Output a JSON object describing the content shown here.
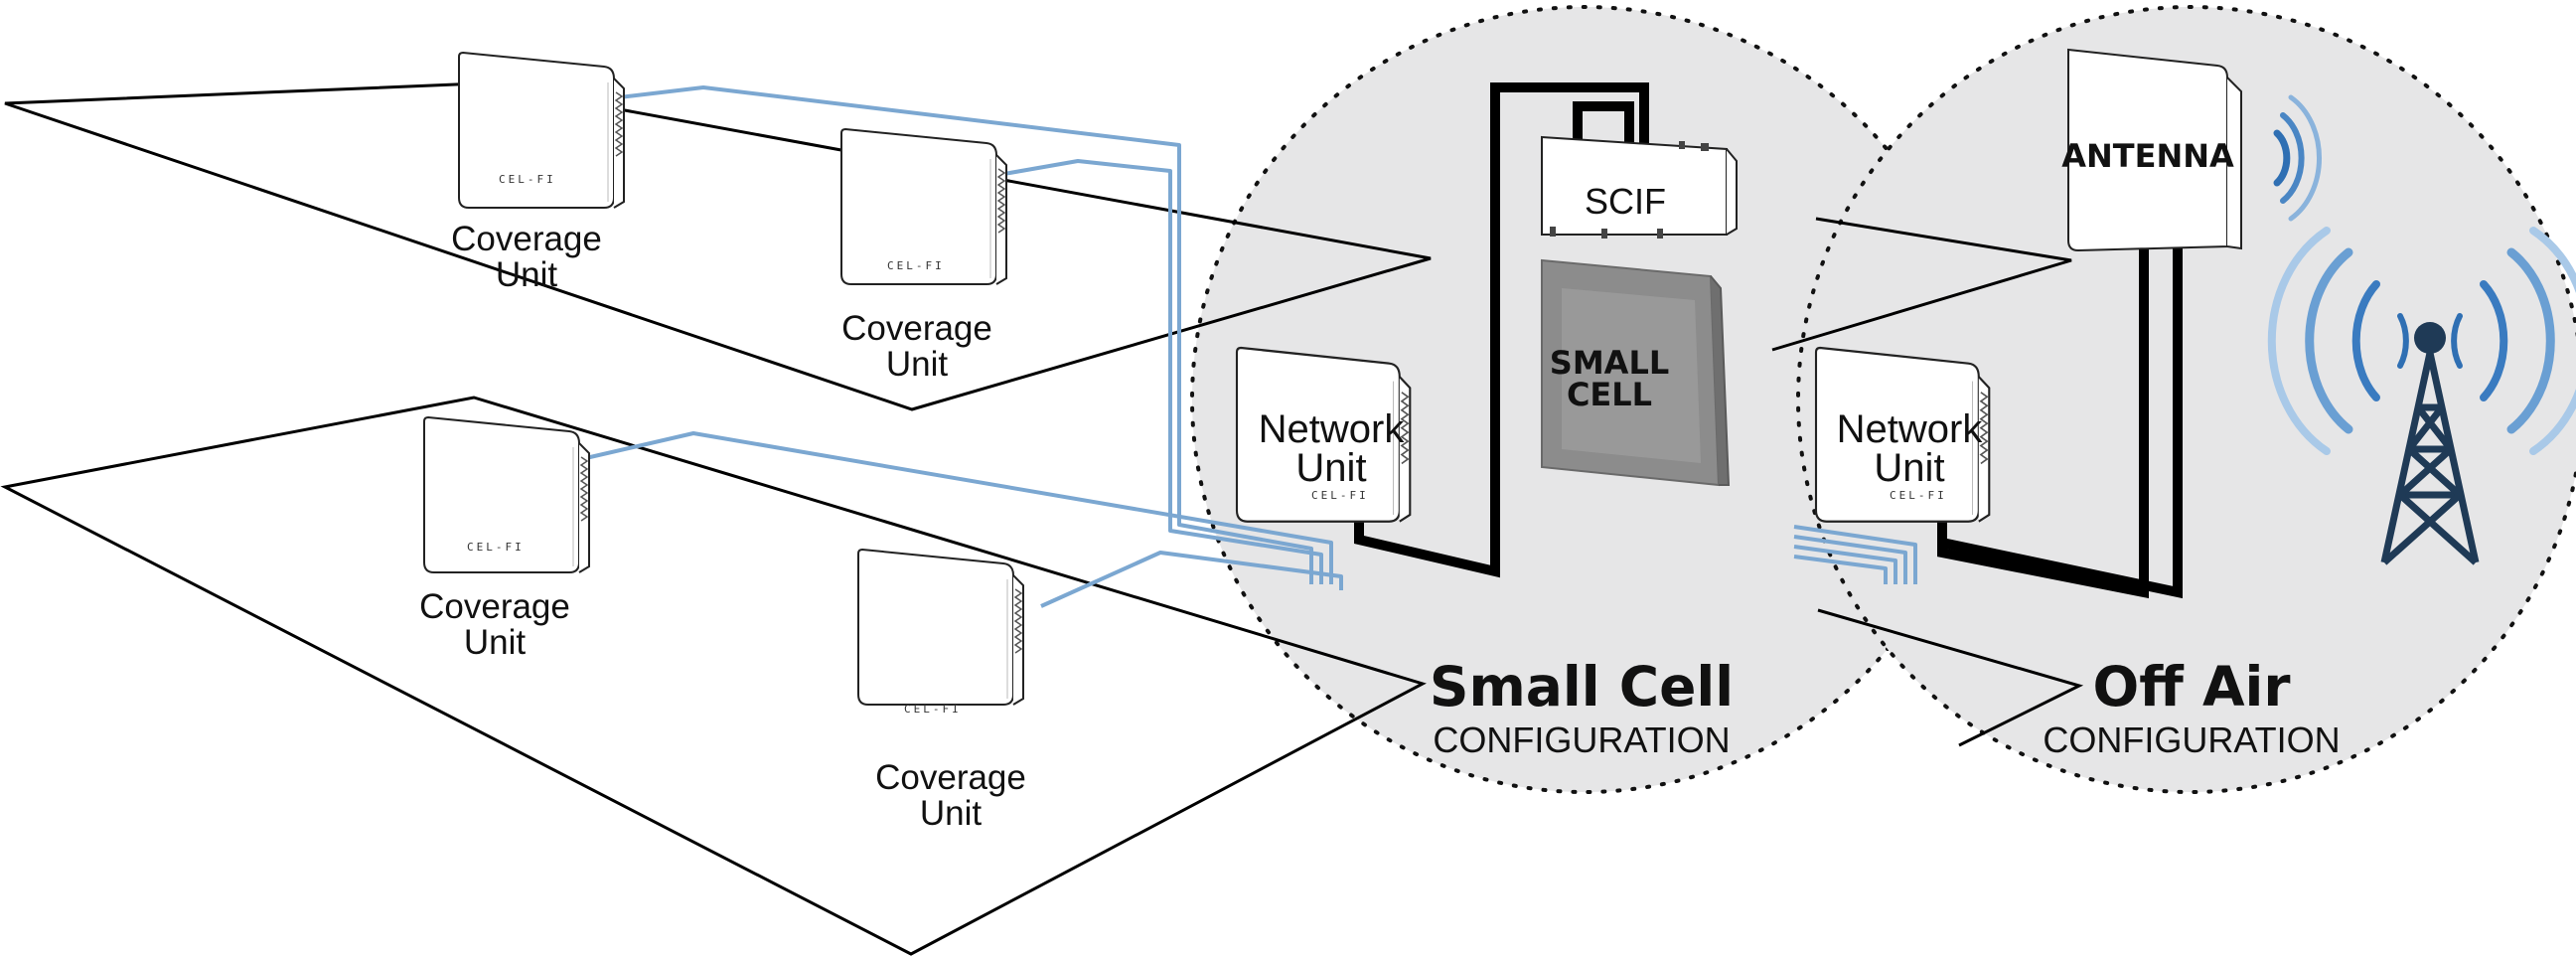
{
  "labels": {
    "coverage_unit_line1": "Coverage",
    "coverage_unit_line2": "Unit",
    "network_unit_line1": "Network",
    "network_unit_line2": "Unit",
    "brand": "CEL-FI",
    "scif": "SCIF",
    "small_cell_line1": "SMALL",
    "small_cell_line2": "CELL",
    "antenna": "ANTENNA"
  },
  "configurations": [
    {
      "title": "Small Cell",
      "subtitle": "CONFIGURATION"
    },
    {
      "title": "Off Air",
      "subtitle": "CONFIGURATION"
    }
  ],
  "colors": {
    "circle_fill": "#e6e6e7",
    "cable_blue": "#7ba7d1",
    "small_cell_fill": "#8c8c8c",
    "wave_blue": "#2f6fb3"
  }
}
